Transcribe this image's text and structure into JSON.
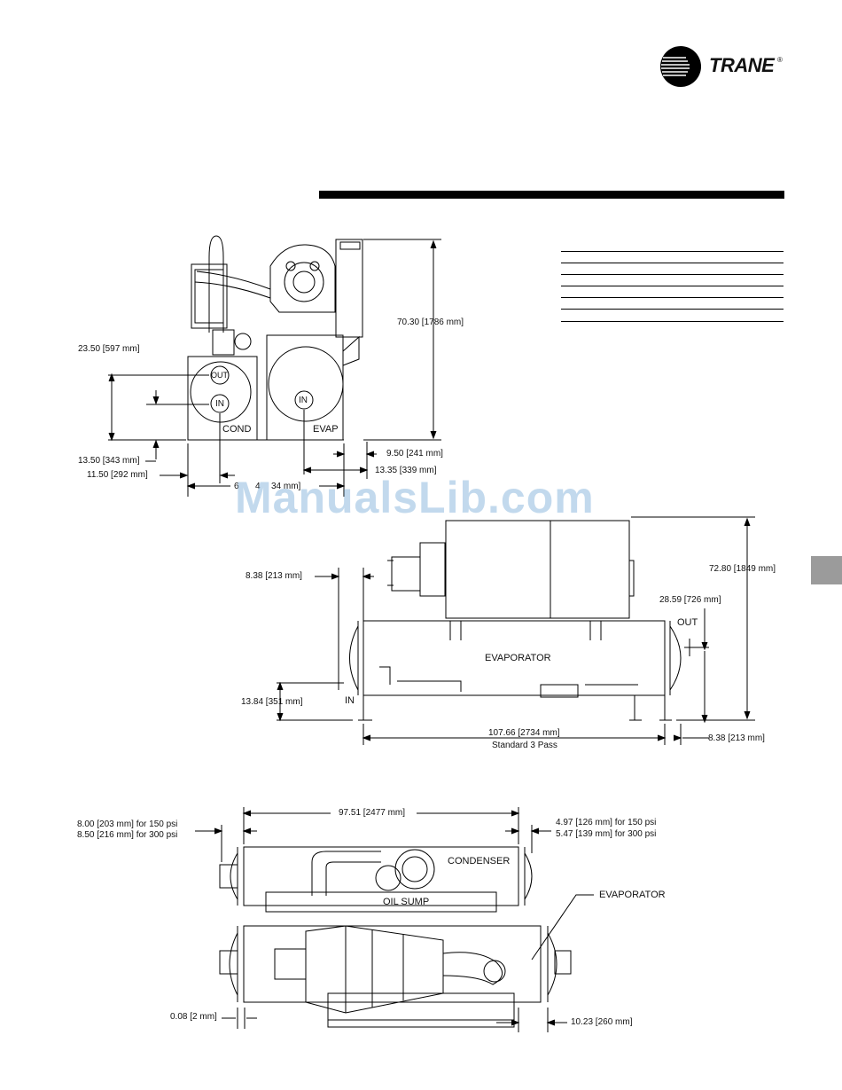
{
  "brand": {
    "name": "TRANE",
    "trademark": "®"
  },
  "watermark": "ManualsLib.com",
  "front_view": {
    "labels": {
      "out": "OUT",
      "in": "IN",
      "cond": "COND",
      "evap": "EVAP"
    },
    "dims": {
      "height_overall": "70.30 [1786 mm]",
      "cond_out_height": "23.50 [597 mm]",
      "cond_in_height": "13.50 [343 mm]",
      "cond_in_offset": "11.50 [292 mm]",
      "evap_offset": "9.50 [241 mm]",
      "evap_in_offset": "13.35 [339 mm]",
      "width_partial": "6",
      "width_partial_b": "4",
      "width_partial_c": "34 mm]"
    }
  },
  "side_view": {
    "labels": {
      "evaporator": "EVAPORATOR",
      "out": "OUT",
      "in": "IN"
    },
    "dims": {
      "left_offset": "8.38 [213 mm]",
      "height_overall": "72.80 [1849 mm]",
      "out_height": "28.59 [726 mm]",
      "in_height": "13.84 [351 mm]",
      "length": "107.66 [2734 mm]",
      "length_note": "Standard 3 Pass",
      "right_offset": "8.38 [213 mm]"
    }
  },
  "top_view": {
    "labels": {
      "condenser": "CONDENSER",
      "oil_sump": "OIL SUMP",
      "evaporator": "EVAPORATOR"
    },
    "dims": {
      "length": "97.51 [2477 mm]",
      "left_150": "8.00 [203 mm] for 150 psi",
      "left_300": "8.50 [216 mm] for 300 psi",
      "right_150": "4.97 [126 mm] for 150 psi",
      "right_300": "5.47 [139 mm] for 300 psi",
      "left_small": "0.08 [2 mm]",
      "right_bottom": "10.23 [260 mm]"
    }
  }
}
